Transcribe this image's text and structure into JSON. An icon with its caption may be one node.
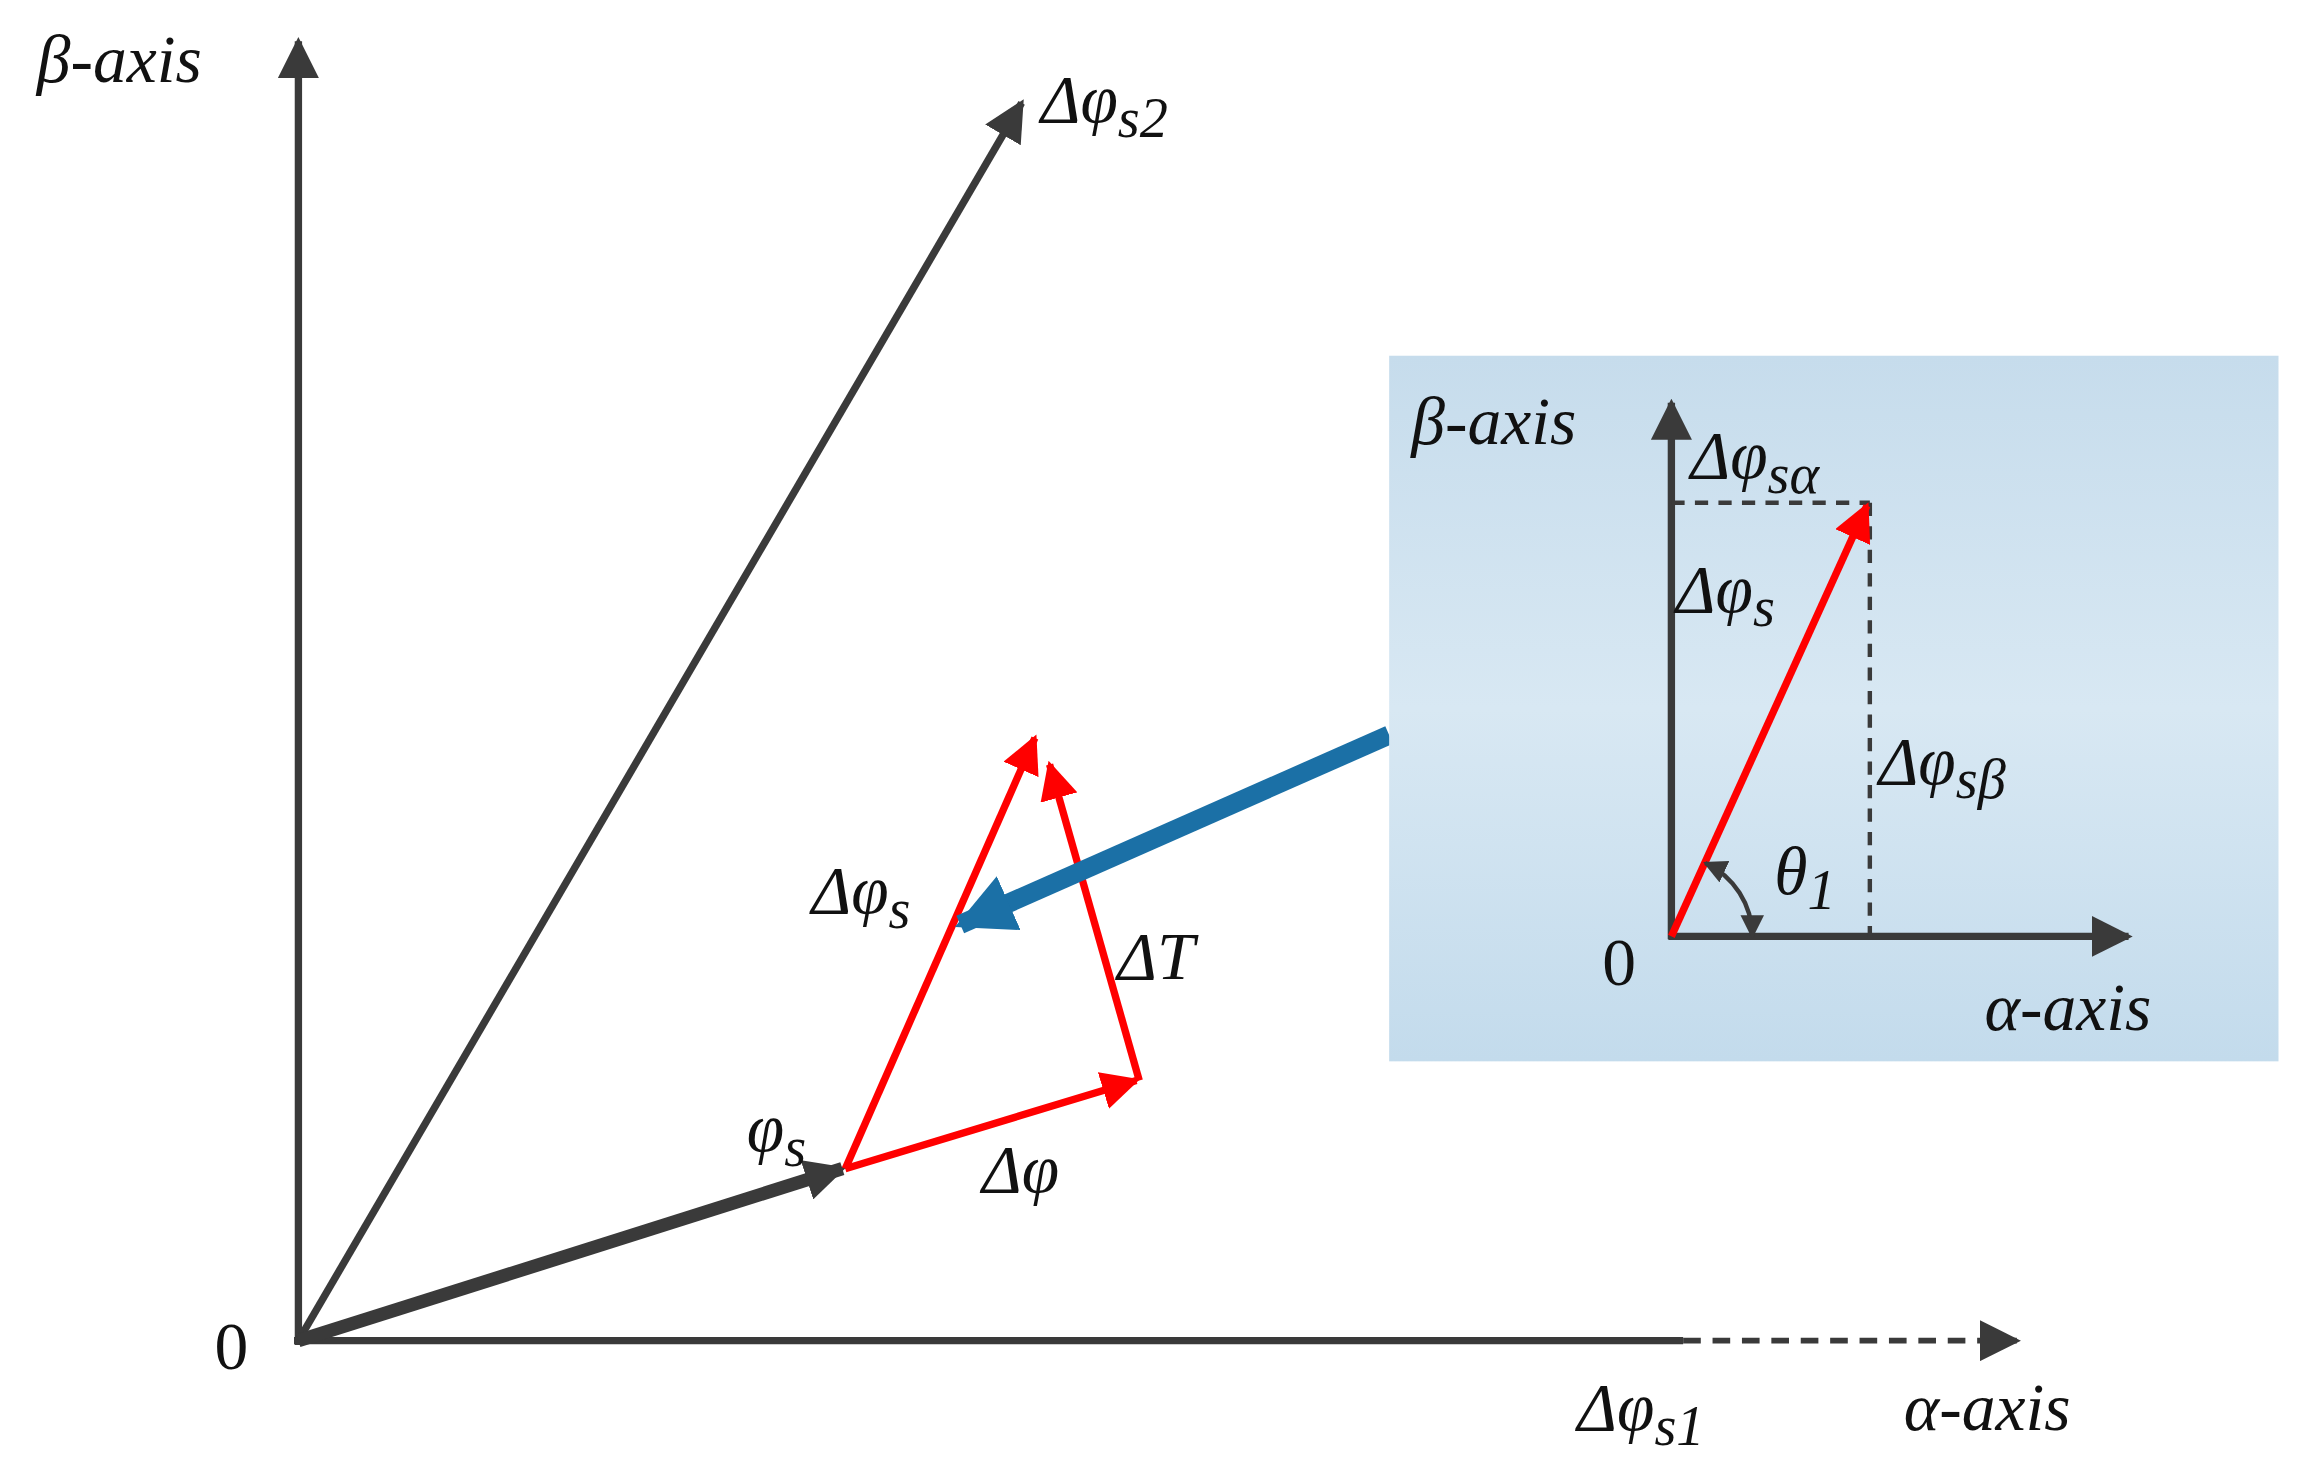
{
  "diagram": {
    "nodes": [
      {
        "text": [
          "β-axis",
          "Δφ$_{sα}$",
          "Δφ$_{s}$",
          "Δφ$_{sβ}$",
          "θ$_{1}$",
          "0",
          "α-axis"
        ]
      },
      {
        "text": [],
        "shape": "arrow"
      }
    ],
    "edges": [
      {
        "from": 0,
        "to": 1,
        "arrow": "to"
      }
    ],
    "labels": [
      "β-axis",
      "Δφ$_{s2}$",
      "0",
      "Δφ$_{s1}$",
      "α-axis",
      "φ$_{s}$",
      "Δφ$_{s}$",
      "ΔT",
      "Δφ"
    ]
  }
}
